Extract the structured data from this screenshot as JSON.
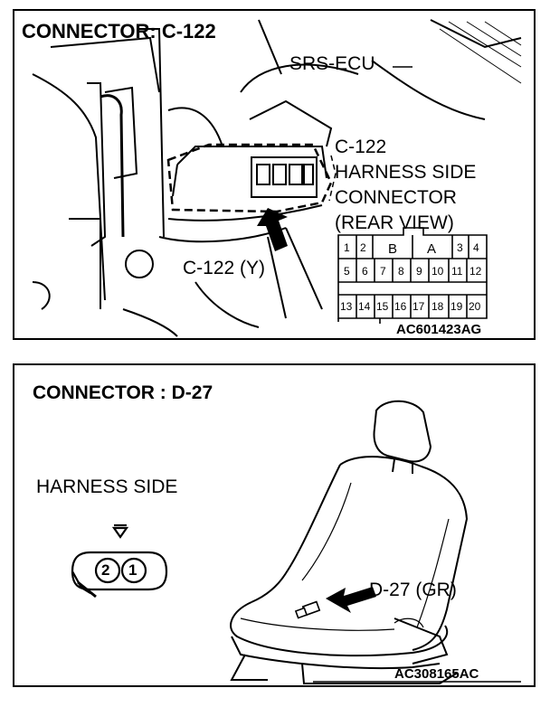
{
  "panel1": {
    "title": "CONNECTOR: C-122",
    "srs_label": "SRS-ECU",
    "c122_callout": [
      "C-122",
      "HARNESS SIDE",
      "CONNECTOR",
      "(REAR VIEW)"
    ],
    "c122_y_label": "C-122 (Y)",
    "figure_code": "AC601423AG",
    "pins_row1": [
      "1",
      "2",
      "B",
      "A",
      "3",
      "4"
    ],
    "pins_row2": [
      "5",
      "6",
      "7",
      "8",
      "9",
      "10",
      "11",
      "12"
    ],
    "pins_row3": [
      "13",
      "14",
      "15",
      "16",
      "17",
      "18",
      "19",
      "20"
    ]
  },
  "panel2": {
    "title": "CONNECTOR : D-27",
    "harness_label": "HARNESS SIDE",
    "pins": [
      "2",
      "1"
    ],
    "d27_label": "D-27 (GR)",
    "figure_code": "AC308165AC"
  }
}
